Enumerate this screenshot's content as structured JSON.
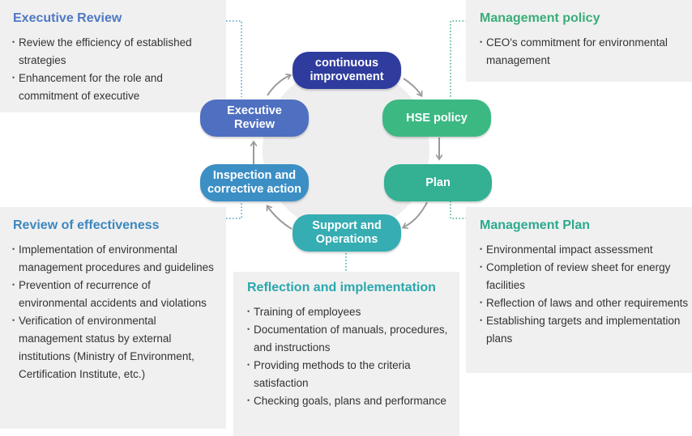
{
  "panels": {
    "executive_review": {
      "title": "Executive Review",
      "items": [
        "Review the efficiency of established strategies",
        "Enhancement for the role and commitment of executive"
      ]
    },
    "management_policy": {
      "title": "Management policy",
      "items": [
        "CEO's commitment for environmental management"
      ]
    },
    "review_of_effectiveness": {
      "title": "Review of effectiveness",
      "items": [
        "Implementation of environmental management procedures and guidelines",
        "Prevention of recurrence of environmental accidents and violations",
        "Verification of environmental management status by external institutions (Ministry of Environment, Certification Institute, etc.)"
      ]
    },
    "management_plan": {
      "title": "Management Plan",
      "items": [
        "Environmental impact assessment",
        "Completion of review sheet for energy facilities",
        "Reflection of laws and other requirements",
        "Establishing targets and implementation plans"
      ]
    },
    "reflection": {
      "title": "Reflection and implementation",
      "items": [
        "Training of employees",
        "Documentation of manuals, procedures, and instructions",
        "Providing methods to the criteria satisfaction",
        "Checking goals, plans and performance"
      ]
    }
  },
  "cycle": {
    "continuous_improvement": {
      "line1": "continuous",
      "line2": "improvement"
    },
    "hse_policy": {
      "label": "HSE policy"
    },
    "plan": {
      "label": "Plan"
    },
    "support_operations": {
      "line1": "Support and",
      "line2": "Operations"
    },
    "inspection": {
      "line1": "Inspection and",
      "line2": "corrective action"
    },
    "executive_review": {
      "line1": "Executive",
      "line2": "Review"
    }
  },
  "colors": {
    "exec_blue": "#4f78c4",
    "navy": "#2f3c9e",
    "green": "#3cb983",
    "teal_green": "#34b093",
    "teal": "#35adb3",
    "steel_blue": "#3b8fc5",
    "policy_green": "#3aad78",
    "plan_green": "#2ea98f",
    "effect_blue": "#3b87bf",
    "reflect_teal": "#2aa7ad"
  }
}
